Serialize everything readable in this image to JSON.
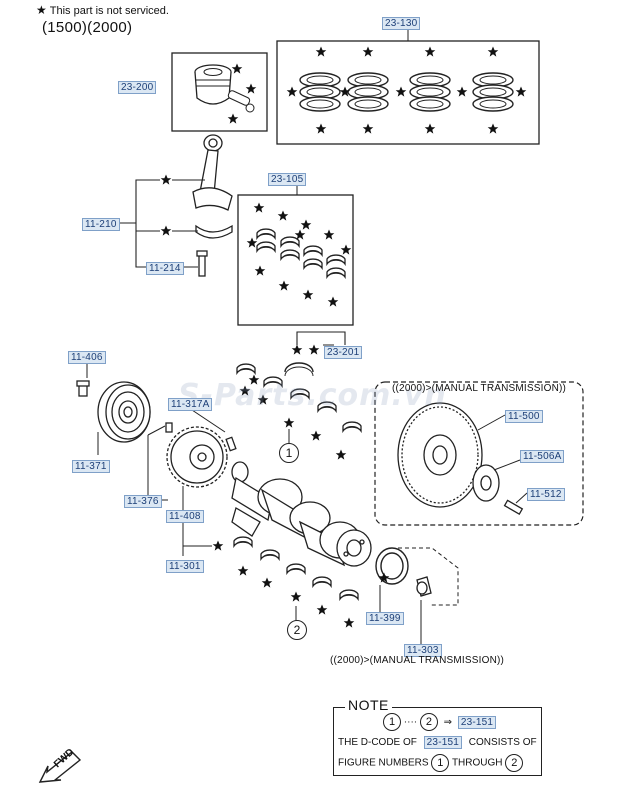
{
  "header": {
    "star_note": "This part is not serviced.",
    "years": "(1500)(2000)"
  },
  "codes": {
    "c23_130": "23-130",
    "c23_200": "23-200",
    "c23_105": "23-105",
    "c11_210": "11-210",
    "c11_214": "11-214",
    "c23_201": "23-201",
    "c11_406": "11-406",
    "c11_317a": "11-317A",
    "c11_371": "11-371",
    "c11_376": "11-376",
    "c11_408": "11-408",
    "c11_301": "11-301",
    "c11_500": "11-500",
    "c11_506a": "11-506A",
    "c11_512": "11-512",
    "c11_399": "11-399",
    "c11_303": "11-303"
  },
  "captions": {
    "manual_top": "((2000)>(MANUAL TRANSMISSION))",
    "manual_bottom": "((2000)>(MANUAL TRANSMISSION))"
  },
  "callouts": {
    "one": "1",
    "two": "2"
  },
  "note": {
    "title": "NOTE",
    "line1_dots": "····",
    "line1_arrow": "⇒",
    "line1_code": "23-151",
    "line2_a": "THE D-CODE OF",
    "line2_code": "23-151",
    "line2_b": "CONSISTS OF",
    "line3_a": "FIGURE NUMBERS",
    "line3_b": "THROUGH"
  },
  "watermark": "S-Parts.com.vn",
  "fwd_label": "FWD",
  "colors": {
    "tag_bg": "#dbe7f3",
    "tag_text": "#1d3f77",
    "line": "#222222"
  }
}
